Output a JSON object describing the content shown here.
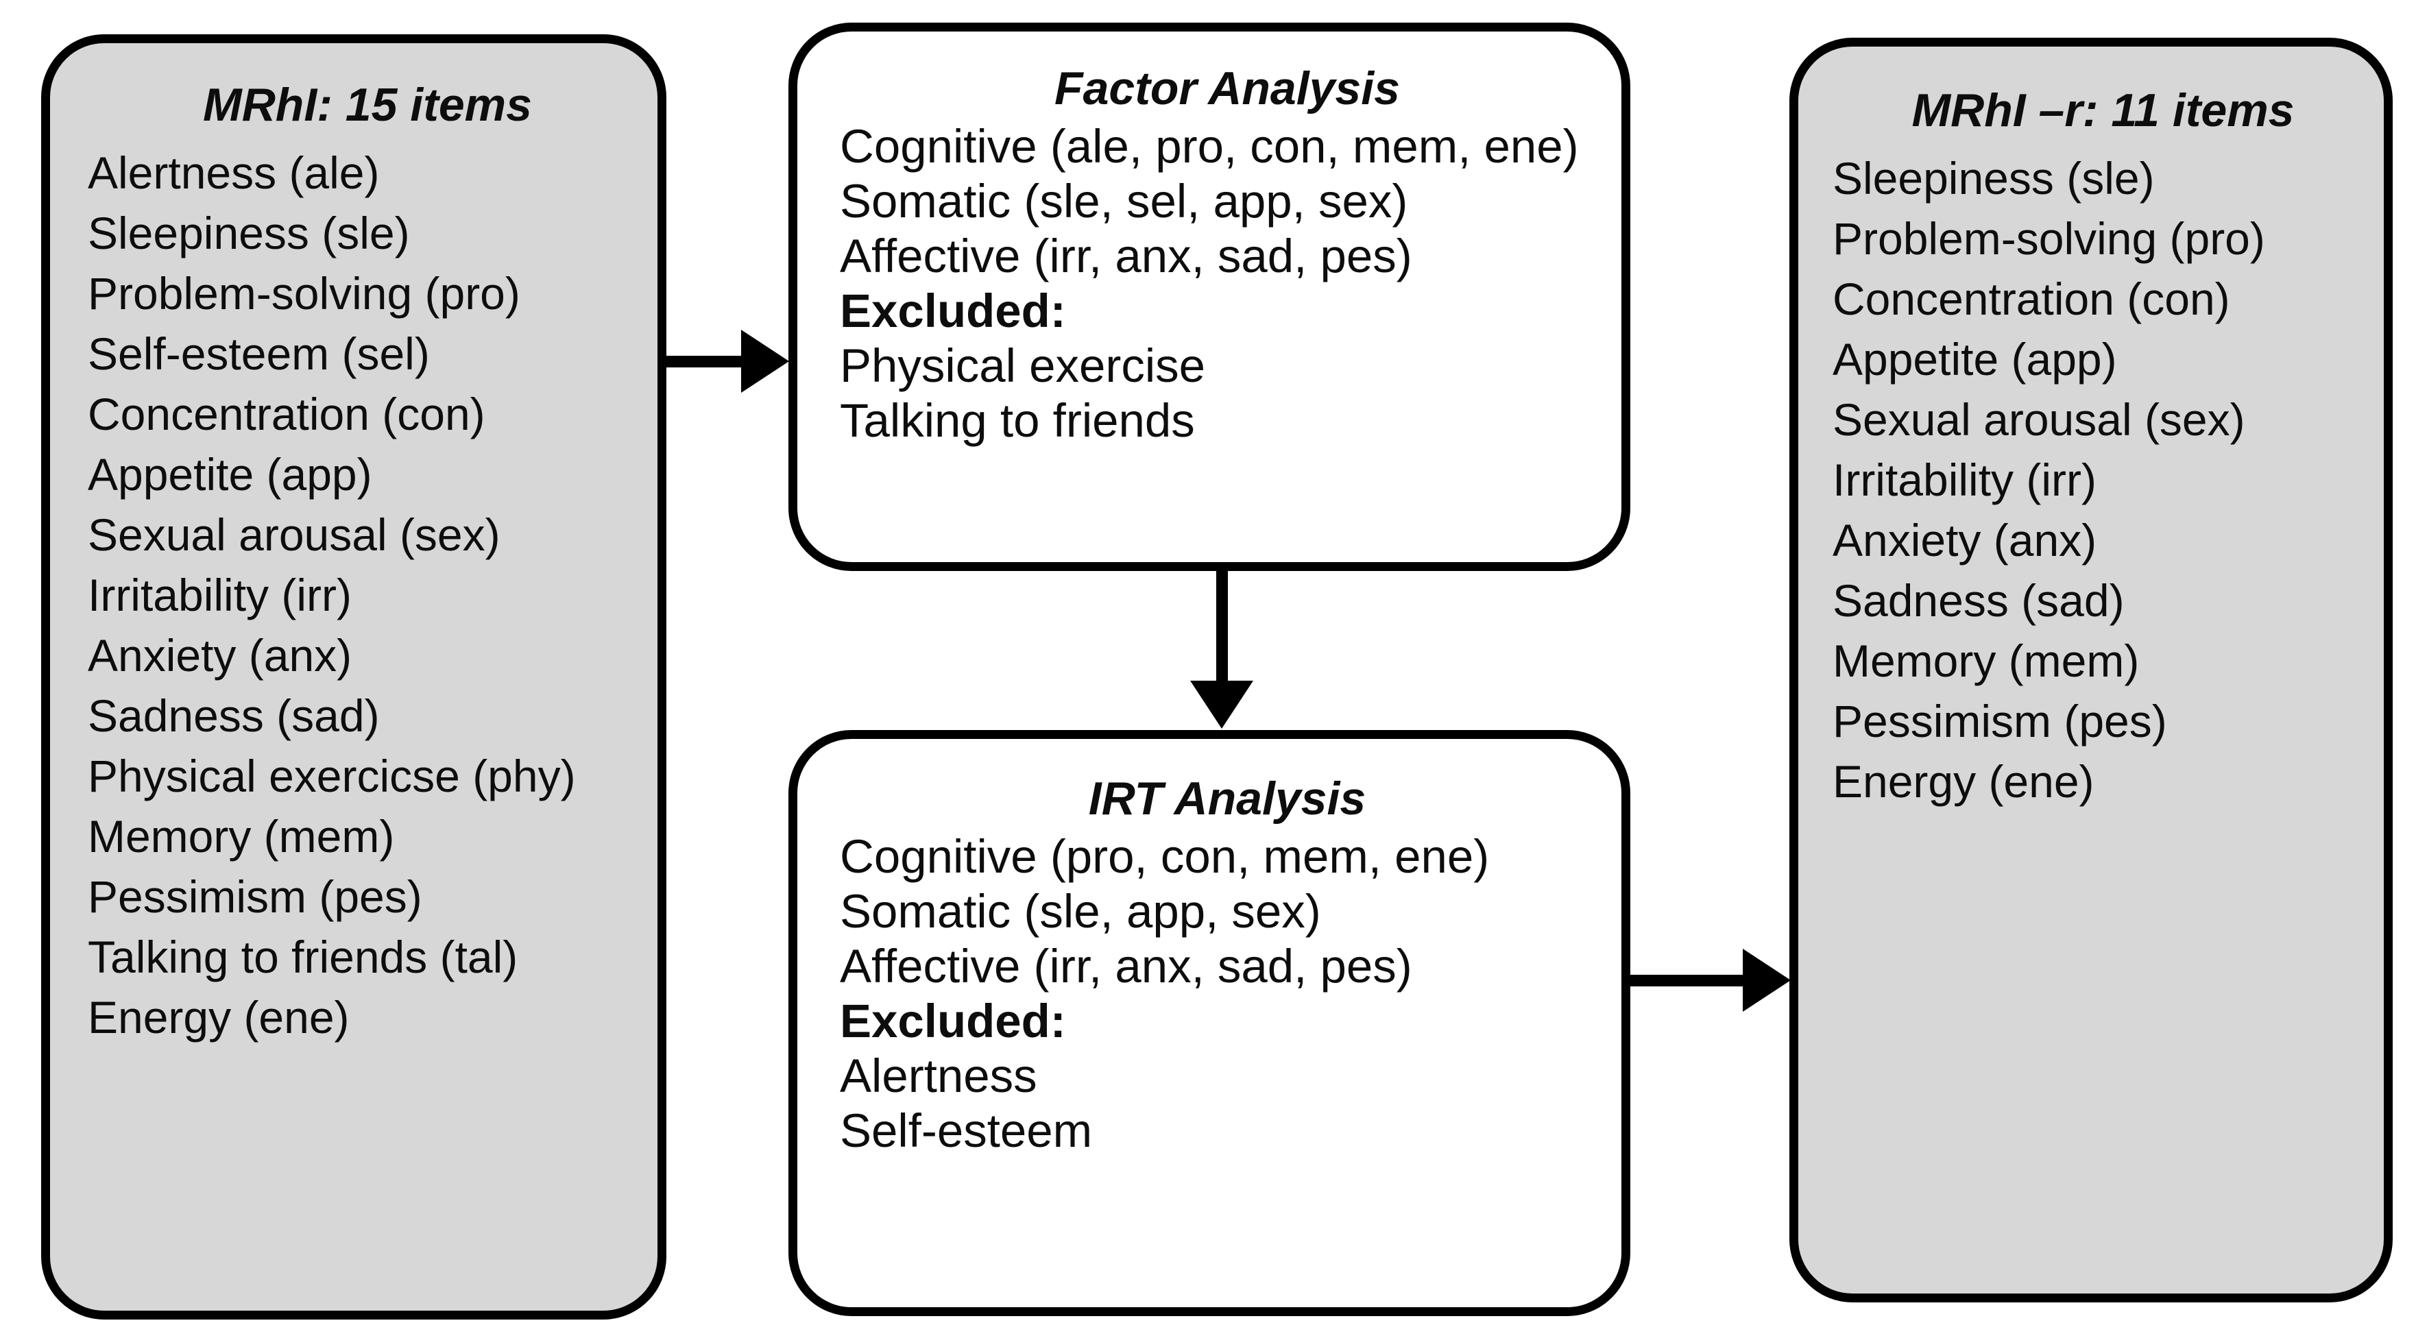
{
  "colors": {
    "gray_fill": "#d7d7d7",
    "white_fill": "#ffffff",
    "border": "#000000",
    "text": "#0d0d0d"
  },
  "boxes": {
    "mrhi": {
      "title": "MRhI: 15 items",
      "items": [
        "Alertness (ale)",
        "Sleepiness (sle)",
        "Problem-solving (pro)",
        "Self-esteem (sel)",
        "Concentration (con)",
        "Appetite (app)",
        "Sexual arousal (sex)",
        "Irritability (irr)",
        "Anxiety (anx)",
        "Sadness (sad)",
        "Physical exercicse (phy)",
        "Memory (mem)",
        "Pessimism (pes)",
        "Talking to friends (tal)",
        "Energy (ene)"
      ]
    },
    "factor": {
      "title": "Factor Analysis",
      "factors": [
        "Cognitive (ale, pro, con, mem, ene)",
        "Somatic (sle, sel, app, sex)",
        "Affective (irr, anx, sad, pes)"
      ],
      "excluded_label": "Excluded:",
      "excluded": [
        "Physical exercise",
        "Talking to friends"
      ]
    },
    "irt": {
      "title": "IRT Analysis",
      "factors": [
        "Cognitive (pro, con, mem, ene)",
        "Somatic (sle, app, sex)",
        "Affective (irr, anx, sad, pes)"
      ],
      "excluded_label": "Excluded:",
      "excluded": [
        "Alertness",
        "Self-esteem"
      ]
    },
    "mrhi_r": {
      "title": "MRhI –r: 11 items",
      "items": [
        "Sleepiness (sle)",
        "Problem-solving (pro)",
        "Concentration (con)",
        "Appetite (app)",
        "Sexual arousal (sex)",
        "Irritability (irr)",
        "Anxiety (anx)",
        "Sadness (sad)",
        "Memory (mem)",
        "Pessimism (pes)",
        "Energy (ene)"
      ]
    }
  },
  "arrows": [
    {
      "name": "arrow-mrhi-to-factor",
      "direction": "right"
    },
    {
      "name": "arrow-factor-to-irt",
      "direction": "down"
    },
    {
      "name": "arrow-irt-to-mrhir",
      "direction": "right"
    }
  ]
}
